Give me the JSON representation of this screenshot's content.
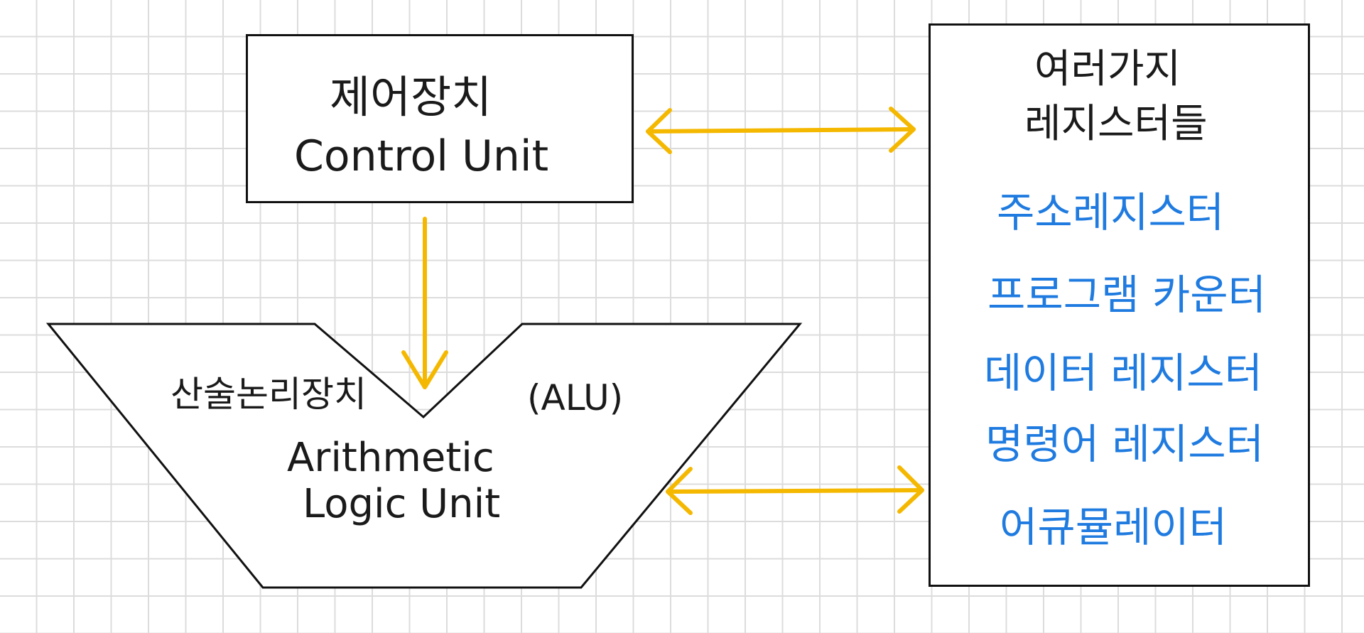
{
  "control_unit": {
    "title_ko": "제어장치",
    "title_en": "Control Unit"
  },
  "alu": {
    "title_ko": "산술논리장치",
    "abbr": "(ALU)",
    "title_en_line1": "Arithmetic",
    "title_en_line2": "Logic Unit"
  },
  "registers": {
    "title_line1": "여러가지",
    "title_line2": "레지스터들",
    "items": [
      "주소레지스터",
      "프로그램 카운터",
      "데이터 레지스터",
      "명령어 레지스터",
      "어큐뮬레이터"
    ]
  },
  "colors": {
    "arrow": "#f5b800",
    "register_item": "#1f7be0",
    "outline": "#111111"
  }
}
